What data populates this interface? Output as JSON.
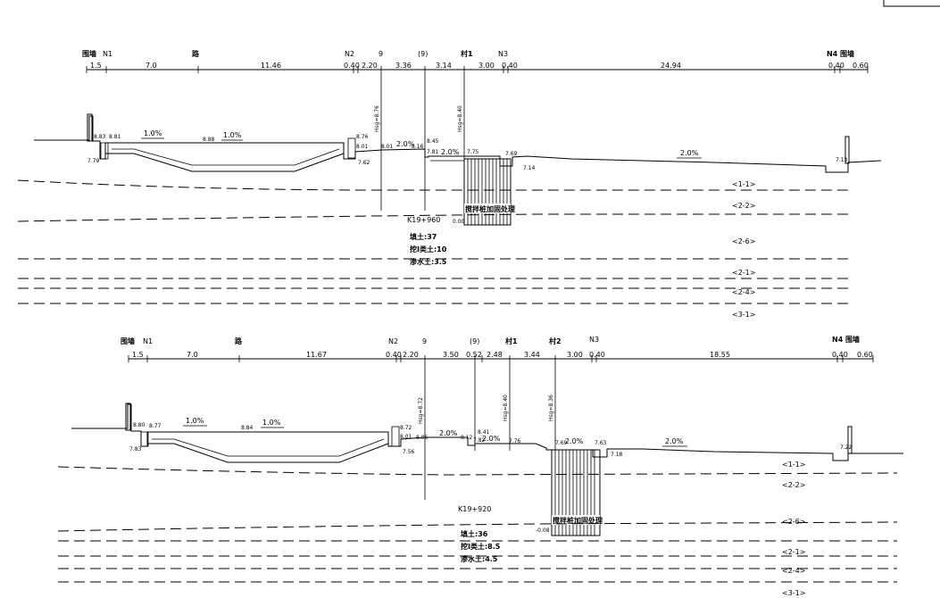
{
  "colors": {
    "ink": "#000000",
    "paper": "#ffffff"
  },
  "corner_box": {
    "text": ""
  },
  "sections": [
    {
      "station": "K19+960",
      "top_labels": [
        "围墙",
        "N1",
        "路",
        "N2",
        "9",
        "(9)",
        "村1",
        "N3",
        "N4 围墙"
      ],
      "dims": [
        "1.5",
        "7.0",
        "11.46",
        "0.40",
        "2.20",
        "3.36",
        "3.14",
        "3.00",
        "0.40",
        "24.94",
        "0.40",
        "0.60"
      ],
      "vertical_notes": [
        "Hsg=8.76",
        "Hsg=8.40"
      ],
      "slopes": [
        "1.0%",
        "1.0%",
        "2.0%",
        "2.0%",
        "2.0%"
      ],
      "elevations": [
        "8.83",
        "8.81",
        "7.79",
        "8.88",
        "8.76",
        "8.01",
        "7.62",
        "8.01",
        "8.45",
        "8.16",
        "7.81",
        "7.75",
        "7.69",
        "7.14",
        "7.13",
        "0.00"
      ],
      "pile_label": "搅拌桩加固处理",
      "quantities": [
        "填土:37",
        "挖I类土:10",
        "渗水土:3.5"
      ],
      "strata": [
        "<1-1>",
        "<2-2>",
        "<2-6>",
        "<2-1>",
        "<2-4>",
        "<3-1>"
      ]
    },
    {
      "station": "K19+920",
      "top_labels": [
        "围墙",
        "N1",
        "路",
        "N2",
        "9",
        "(9)",
        "村1",
        "村2",
        "N3",
        "N4 围墙"
      ],
      "dims": [
        "1.5",
        "7.0",
        "11.67",
        "0.40",
        "2.20",
        "3.50",
        "0.52",
        "2.48",
        "3.44",
        "3.00",
        "0.40",
        "18.55",
        "0.40",
        "0.60"
      ],
      "vertical_notes": [
        "Hsg=8.72",
        "Hsg=8.40",
        "Hsg=8.36"
      ],
      "slopes": [
        "1.0%",
        "1.0%",
        "2.0%",
        "2.0%",
        "2.0%",
        "2.0%"
      ],
      "elevations": [
        "8.80",
        "8.77",
        "7.83",
        "8.84",
        "8.72",
        "8.01",
        "7.56",
        "8.05",
        "8.41",
        "8.12",
        "7.82",
        "7.76",
        "7.69",
        "7.63",
        "7.18",
        "7.22",
        "-0.08"
      ],
      "pile_label": "搅拌桩加固处理",
      "quantities": [
        "填土:36",
        "挖I类土:8.5",
        "渗水土:4.5"
      ],
      "strata": [
        "<1-1>",
        "<2-2>",
        "<2-6>",
        "<2-1>",
        "<2-4>",
        "<3-1>"
      ]
    }
  ]
}
